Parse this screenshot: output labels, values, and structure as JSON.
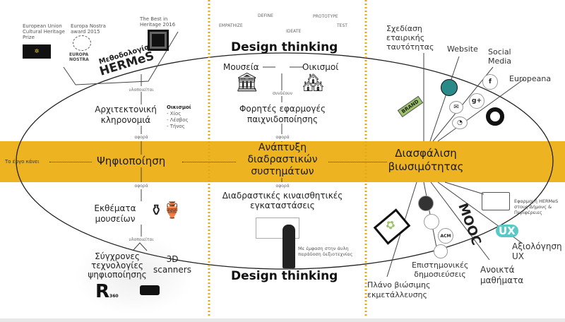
{
  "awards": {
    "eu": "European Union Cultural Heritage Prize",
    "nostra": "Europa Nostra award 2015",
    "nostra_logo": "EUROPA NOSTRA",
    "best": "The Best in Heritage 2016"
  },
  "hermes": {
    "line1": "Μεθοδολογία",
    "line2": "HERMeS"
  },
  "left": {
    "implemented": "υλοποιείται",
    "arch": "Αρχιτεκτονική κληρονομιά",
    "settlements_title": "Οικισμοί",
    "settlements": [
      "- Χίος",
      "- Λέσβος",
      "- Τήνος"
    ],
    "concerns_top": "αφορά",
    "concerns_bottom": "αφορά",
    "exhibits": "Εκθέματα μουσείων",
    "implemented2": "υλοποιείται",
    "tech": "Σύγχρονες τεχνολογίες ψηφιοποίησης",
    "scanners": "3D scanners",
    "r360": "R",
    "r360_sub": "360"
  },
  "design": {
    "steps": [
      "EMPATHIZE",
      "DEFINE",
      "IDEATE",
      "PROTOTYPE",
      "TEST"
    ],
    "title_top": "Design thinking",
    "title_bottom": "Design thinking",
    "museums": "Μουσεία",
    "settlements": "Οικισμοί",
    "connect": "συνδέουν",
    "mobile": "Φορητές εφαρμογές παιχνιδοποίησης",
    "concerns_top": "αφορά",
    "concerns_bottom": "αφορά",
    "interactive": "Διαδραστικές κιναισθητικές εγκαταστάσεις",
    "emphasis": "Με έμφαση στην άυλη παράδοση δεξιοτεχνίας"
  },
  "band": {
    "lead": "Το έργο κάνει",
    "digitization": "Ψηφιοποίηση",
    "development": "Ανάπτυξη διαδραστικών συστημάτων",
    "sustainability": "Διασφάλιση βιωσιμότητας"
  },
  "right": {
    "corporate": "Σχεδίαση εταιρικής ταυτότητας",
    "website": "Website",
    "social": "Social Media",
    "europeana": "Europeana",
    "brand": "BRAND",
    "plan": "Πλάνο βιώσιμης εκμετάλλευσης",
    "publications": "Επιστημονικές δημοσιεύσεις",
    "mooc": "MOOC",
    "courses": "Ανοικτά μαθήματα",
    "ux": "UX",
    "ux_eval": "Αξιολόγηση UX",
    "app": "Εφαρμογή HERMeS στους Δήμους & Περιφέρειες"
  },
  "colors": {
    "band": "#eeb321",
    "dots": "#e6a817",
    "ux": "#5bc8c8",
    "globe": "#2a8a8a",
    "brand": "#9dc46a"
  }
}
